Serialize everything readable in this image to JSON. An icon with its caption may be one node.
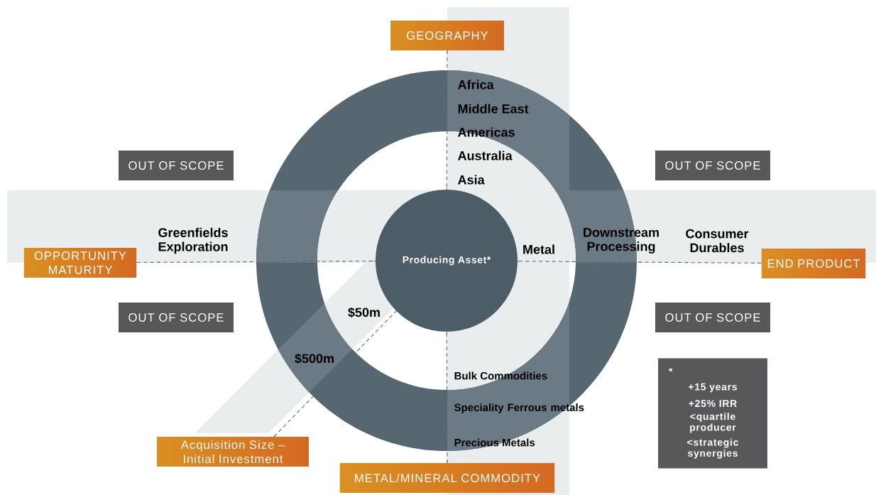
{
  "diagram": {
    "nodes": [
      {
        "text": [
          "GEOGRAPHY"
        ]
      },
      {
        "text": [
          "OUT OF SCOPE"
        ]
      },
      {
        "text": [
          "OUT OF SCOPE"
        ]
      },
      {
        "text": [
          "OPPORTUNITY MATURITY"
        ]
      },
      {
        "text": [
          "Producing Asset*"
        ]
      },
      {
        "text": [
          "END PRODUCT"
        ]
      },
      {
        "text": [
          "OUT OF SCOPE"
        ]
      },
      {
        "text": [
          "OUT OF SCOPE"
        ]
      },
      {
        "text": [
          "*",
          "+15 years",
          "+25% IRR",
          "<quartile producer",
          "<strategic synergies"
        ]
      },
      {
        "text": [
          "Acquisition Size – Initial Investment"
        ]
      },
      {
        "text": [
          "METAL/MINERAL COMMODITY"
        ]
      }
    ],
    "edges": [
      {
        "from": 0,
        "to": 4,
        "arrow": "none",
        "style": "dashed"
      },
      {
        "from": 3,
        "to": 4,
        "arrow": "none",
        "style": "dashed"
      },
      {
        "from": 5,
        "to": 4,
        "arrow": "none",
        "style": "dashed"
      },
      {
        "from": 9,
        "to": 4,
        "arrow": "none",
        "style": "dashed"
      },
      {
        "from": 10,
        "to": 4,
        "arrow": "none",
        "style": "dashed"
      }
    ],
    "labels": [
      "Africa",
      "Middle East",
      "Americas",
      "Australia",
      "Asia",
      "Greenfields Exploration",
      "Metal",
      "Downstream Processing",
      "Consumer Durables",
      "$50m",
      "$500m",
      "Bulk Commodities",
      "Speciality Ferrous metals",
      "Precious Metals"
    ]
  }
}
